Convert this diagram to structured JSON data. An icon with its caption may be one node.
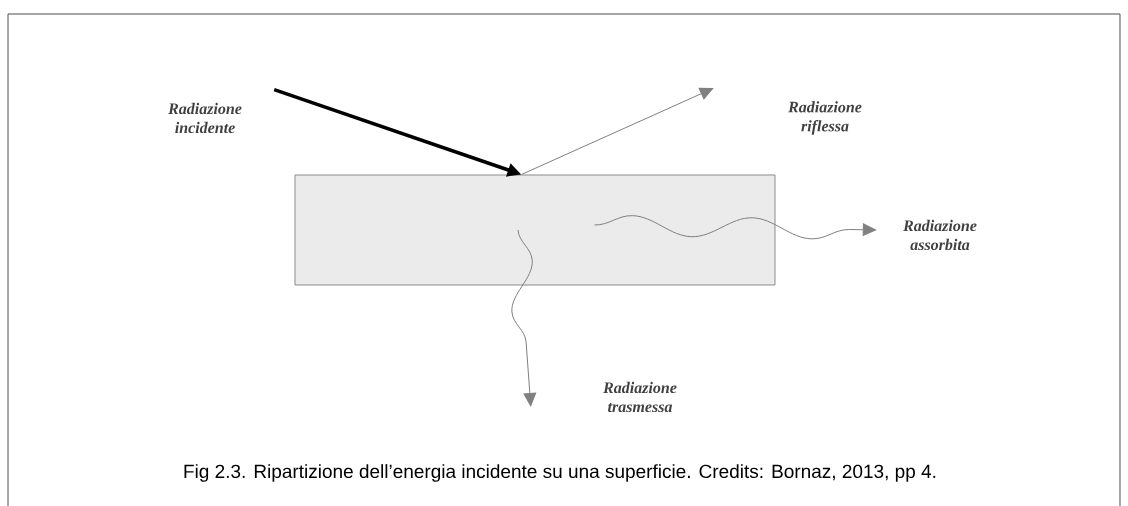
{
  "diagram": {
    "caption": "Fig 2.3. Ripartizione dell’energia incidente su una superficie. Credits: Bornaz, 2013, pp 4.",
    "nodes": [
      {
        "text": [],
        "shape": "box"
      },
      {
        "text": [
          "Radiazione incidente"
        ]
      },
      {
        "text": [
          "Radiazione riflessa"
        ]
      },
      {
        "text": [
          "Radiazione assorbita"
        ]
      },
      {
        "text": [
          "Radiazione trasmessa"
        ]
      }
    ],
    "edges": [
      {
        "from": 1,
        "to": 0,
        "arrow": "to",
        "style": "thick",
        "color": "#000000"
      },
      {
        "from": 0,
        "to": 2,
        "arrow": "to"
      },
      {
        "from": 0,
        "to": 3,
        "arrow": "to"
      },
      {
        "from": 0,
        "to": 4,
        "arrow": "to"
      }
    ]
  }
}
